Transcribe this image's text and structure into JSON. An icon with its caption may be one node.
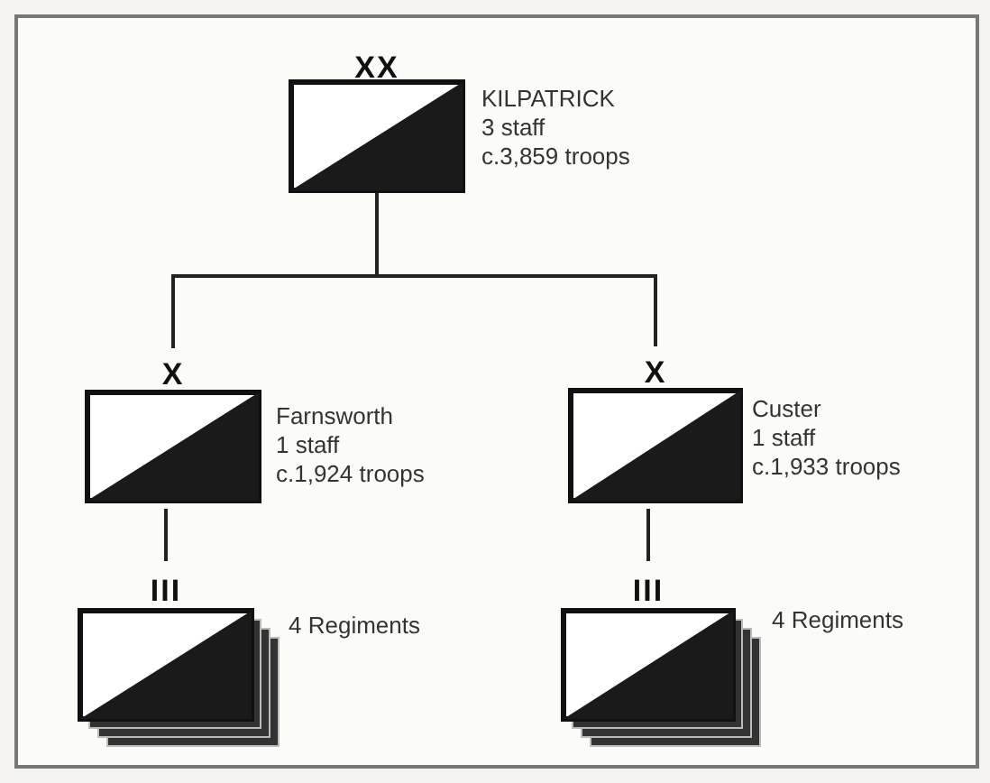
{
  "diagram": {
    "nodes": [
      {
        "text": [
          "XX"
        ],
        "beside": [
          "KILPATRICK",
          "3 staff",
          "c.3,859 troops"
        ]
      },
      {
        "text": [
          "X"
        ],
        "beside": [
          "Farnsworth",
          "1 staff",
          "c.1,924 troops"
        ]
      },
      {
        "text": [
          "X"
        ],
        "beside": [
          "Custer",
          "1 staff",
          "c.1,933 troops"
        ]
      },
      {
        "text": [
          "III"
        ],
        "beside": [
          "4 Regiments"
        ]
      },
      {
        "text": [
          "III"
        ],
        "beside": [
          "4 Regiments"
        ]
      }
    ],
    "edges": [
      {
        "from": 0,
        "to": 1,
        "arrow": "none"
      },
      {
        "from": 0,
        "to": 2,
        "arrow": "none"
      },
      {
        "from": 1,
        "to": 3,
        "arrow": "none"
      },
      {
        "from": 2,
        "to": 4,
        "arrow": "none"
      }
    ]
  }
}
